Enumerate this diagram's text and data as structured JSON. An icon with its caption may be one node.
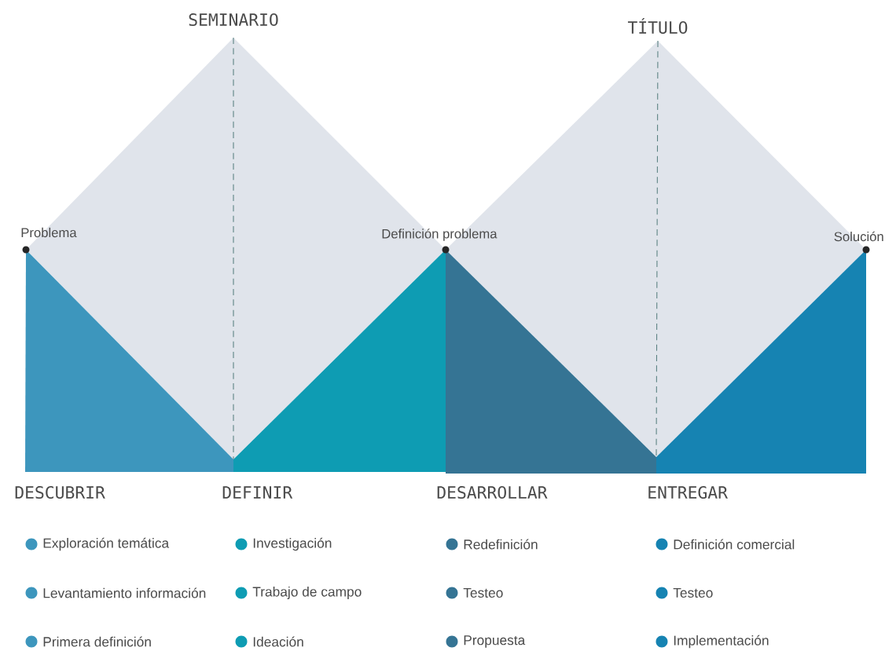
{
  "diagram": {
    "nodes": [
      {
        "text": [
          "SEMINARIO"
        ]
      },
      {
        "text": [
          "TÍTULO"
        ]
      },
      {
        "text": [
          "DESCUBRIR"
        ]
      },
      {
        "text": [
          "DEFINIR"
        ]
      },
      {
        "text": [
          "DESARROLLAR"
        ]
      },
      {
        "text": [
          "ENTREGAR"
        ]
      },
      {
        "text": [
          "Problema"
        ]
      },
      {
        "text": [
          "Definición problema"
        ]
      },
      {
        "text": [
          "Solución"
        ]
      }
    ],
    "edges": [],
    "legend": [
      {
        "text": "Exploración temática",
        "color": "#3d96bd"
      },
      {
        "text": "Levantamiento información",
        "color": "#3d96bd"
      },
      {
        "text": "Primera definición",
        "color": "#3d96bd"
      },
      {
        "text": "Investigación",
        "color": "#0e9cb3"
      },
      {
        "text": "Trabajo de campo",
        "color": "#0e9cb3"
      },
      {
        "text": "Ideación",
        "color": "#0e9cb3"
      },
      {
        "text": "Redefinición",
        "color": "#357494"
      },
      {
        "text": "Testeo",
        "color": "#357494"
      },
      {
        "text": "Propuesta",
        "color": "#357494"
      },
      {
        "text": "Definición comercial",
        "color": "#1683b2"
      },
      {
        "text": "Testeo",
        "color": "#1683b2"
      },
      {
        "text": "Implementación",
        "color": "#1683b2"
      }
    ]
  }
}
